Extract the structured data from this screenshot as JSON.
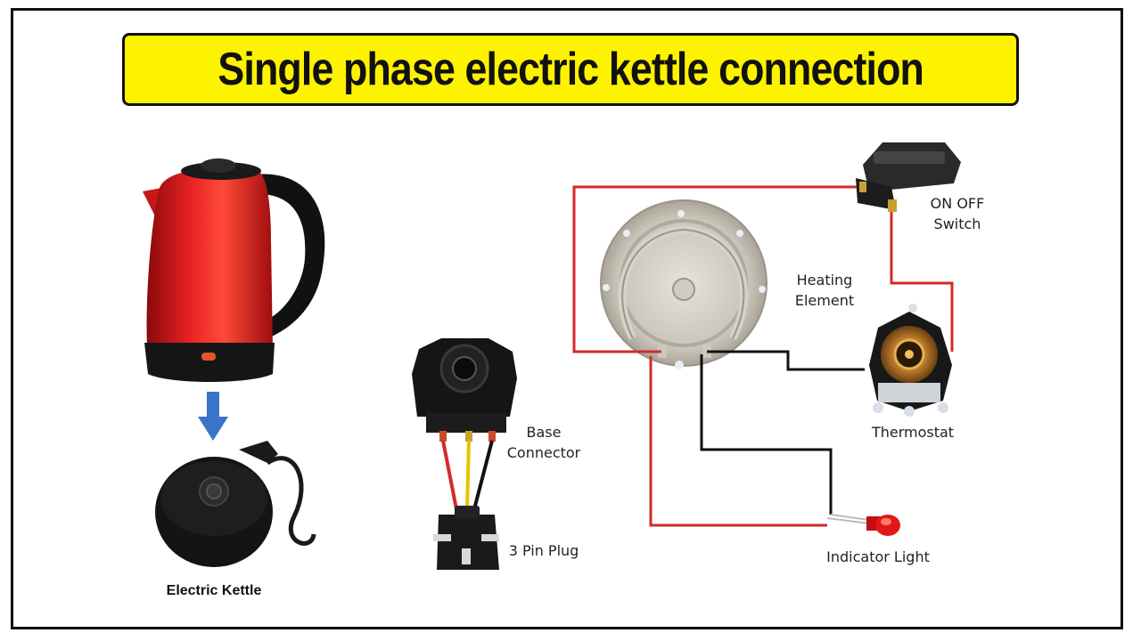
{
  "title": "Single phase electric kettle connection",
  "labels": {
    "electric_kettle": "Electric Kettle",
    "base_connector_line1": "Base",
    "base_connector_line2": "Connector",
    "three_pin_plug": "3 Pin Plug",
    "heating_element_line1": "Heating",
    "heating_element_line2": "Element",
    "switch_line1": "ON OFF",
    "switch_line2": "Switch",
    "thermostat": "Thermostat",
    "indicator_light": "Indicator Light"
  },
  "colors": {
    "banner": "#fdf200",
    "live_wire": "#d42a2a",
    "neutral_wire": "#111111",
    "earth_wire": "#e8c400",
    "kettle_body": "#d81a1a",
    "arrow": "#3a74c8"
  },
  "icons": [
    "electric-kettle-icon",
    "kettle-base-icon",
    "base-connector-icon",
    "three-pin-plug-icon",
    "heating-element-icon",
    "on-off-switch-icon",
    "thermostat-icon",
    "indicator-light-icon",
    "down-arrow-icon"
  ]
}
